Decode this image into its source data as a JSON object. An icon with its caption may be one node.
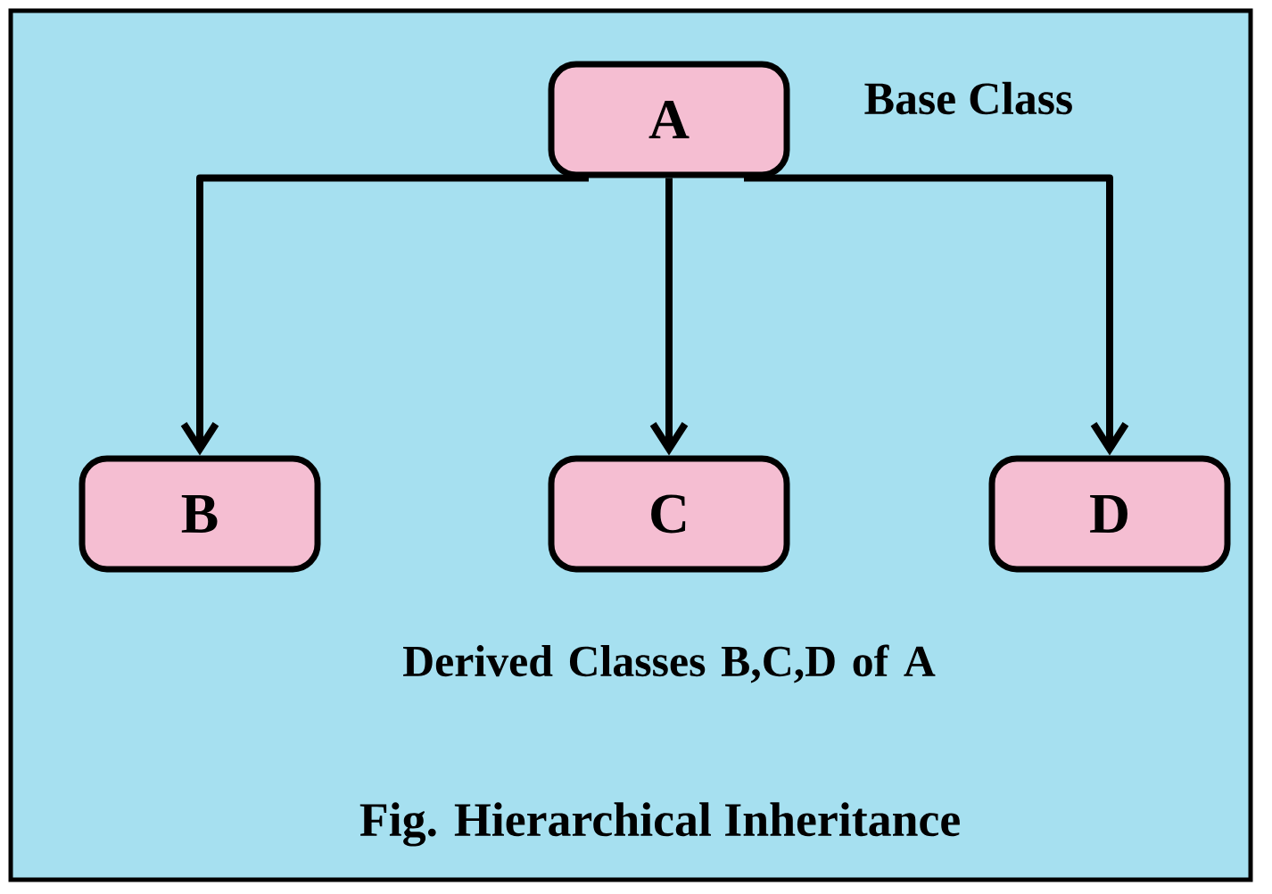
{
  "diagram": {
    "caption": "Fig. Hierarchical Inheritance",
    "nodes": [
      {
        "text": [
          "A"
        ],
        "beside": [
          "Base Class"
        ]
      },
      {
        "text": [
          "B"
        ]
      },
      {
        "text": [
          "C"
        ]
      },
      {
        "text": [
          "D"
        ]
      }
    ],
    "edges": [
      {
        "from": 0,
        "to": 1,
        "arrow": "to"
      },
      {
        "from": 0,
        "to": 2,
        "arrow": "to"
      },
      {
        "from": 0,
        "to": 3,
        "arrow": "to"
      }
    ],
    "labels": [
      "Derived Classes B,C,D of A"
    ]
  }
}
